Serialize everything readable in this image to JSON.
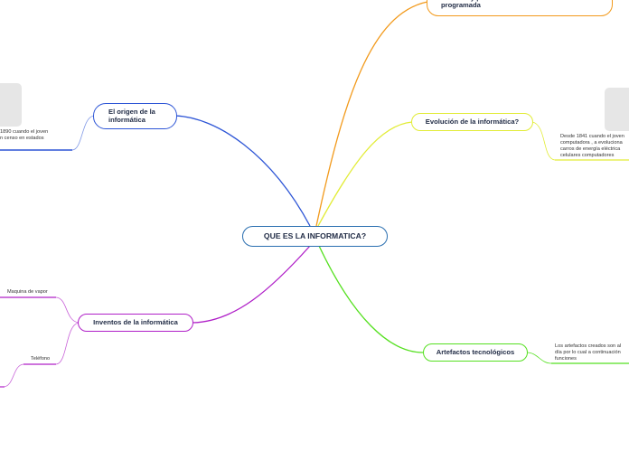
{
  "root": {
    "label": "QUE ES LA INFORMATICA?",
    "color": "#2b6fb0"
  },
  "branches": {
    "origin": {
      "label": "El origen de la informática",
      "color": "#2d55d6",
      "note": "1890 cuando el joven\nn censo en estados"
    },
    "top": {
      "label": "técnicos y prácticos haciendo una función programada",
      "color": "#f29a1c"
    },
    "evolution": {
      "label": "Evolución de la informática?",
      "color": "#e2ec36",
      "note": "Desde 1841 cuando el joven\ncomputadora , a evoluciona\ncarros de energía eléctrica\ncelulares computadores"
    },
    "inventions": {
      "label": "Inventos de la informática",
      "color": "#b020c8",
      "sub1": "Maquina de vapor",
      "sub2": "Teléfono"
    },
    "artifacts": {
      "label": "Artefactos tecnológicos",
      "color": "#55e020",
      "note": "Los artefactos creados son al\ndía por lo cual a continuación\nfunciones"
    }
  }
}
